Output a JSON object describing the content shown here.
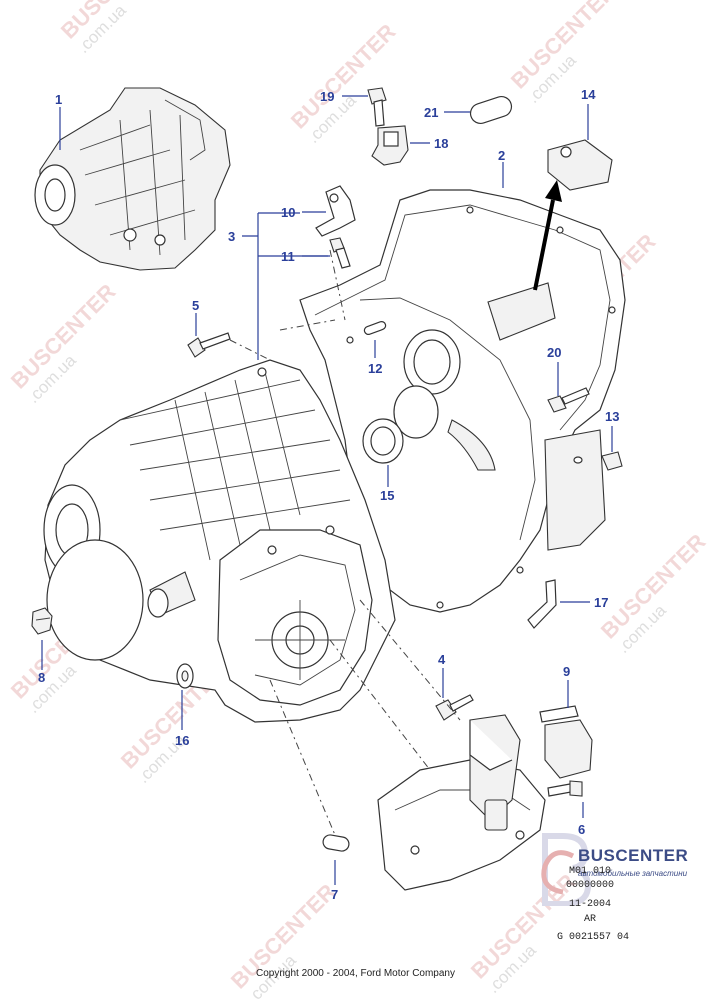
{
  "diagram": {
    "callouts": [
      {
        "id": "1",
        "label": "1"
      },
      {
        "id": "2",
        "label": "2"
      },
      {
        "id": "3",
        "label": "3"
      },
      {
        "id": "4",
        "label": "4"
      },
      {
        "id": "5",
        "label": "5"
      },
      {
        "id": "6",
        "label": "6"
      },
      {
        "id": "7",
        "label": "7"
      },
      {
        "id": "8",
        "label": "8"
      },
      {
        "id": "9",
        "label": "9"
      },
      {
        "id": "10",
        "label": "10"
      },
      {
        "id": "11",
        "label": "11"
      },
      {
        "id": "12",
        "label": "12"
      },
      {
        "id": "13",
        "label": "13"
      },
      {
        "id": "14",
        "label": "14"
      },
      {
        "id": "15",
        "label": "15"
      },
      {
        "id": "16",
        "label": "16"
      },
      {
        "id": "17",
        "label": "17"
      },
      {
        "id": "18",
        "label": "18"
      },
      {
        "id": "19",
        "label": "19"
      },
      {
        "id": "20",
        "label": "20"
      },
      {
        "id": "21",
        "label": "21"
      }
    ],
    "reference_block": {
      "line1": "M01 010",
      "line2": "00000000",
      "line3": "11-2004",
      "line4": "AR",
      "line5": "G 0021557 04"
    },
    "copyright": "Copyright 2000 - 2004, Ford Motor Company"
  },
  "watermark": {
    "brand": "BUSCENTER",
    "domain": ".com.ua",
    "logo_title": "BUSCENTER",
    "logo_subtitle": "автомобильные запчастини",
    "color": "#e9b9b9"
  },
  "colors": {
    "callout": "#2a3f9a",
    "line": "#333333"
  }
}
